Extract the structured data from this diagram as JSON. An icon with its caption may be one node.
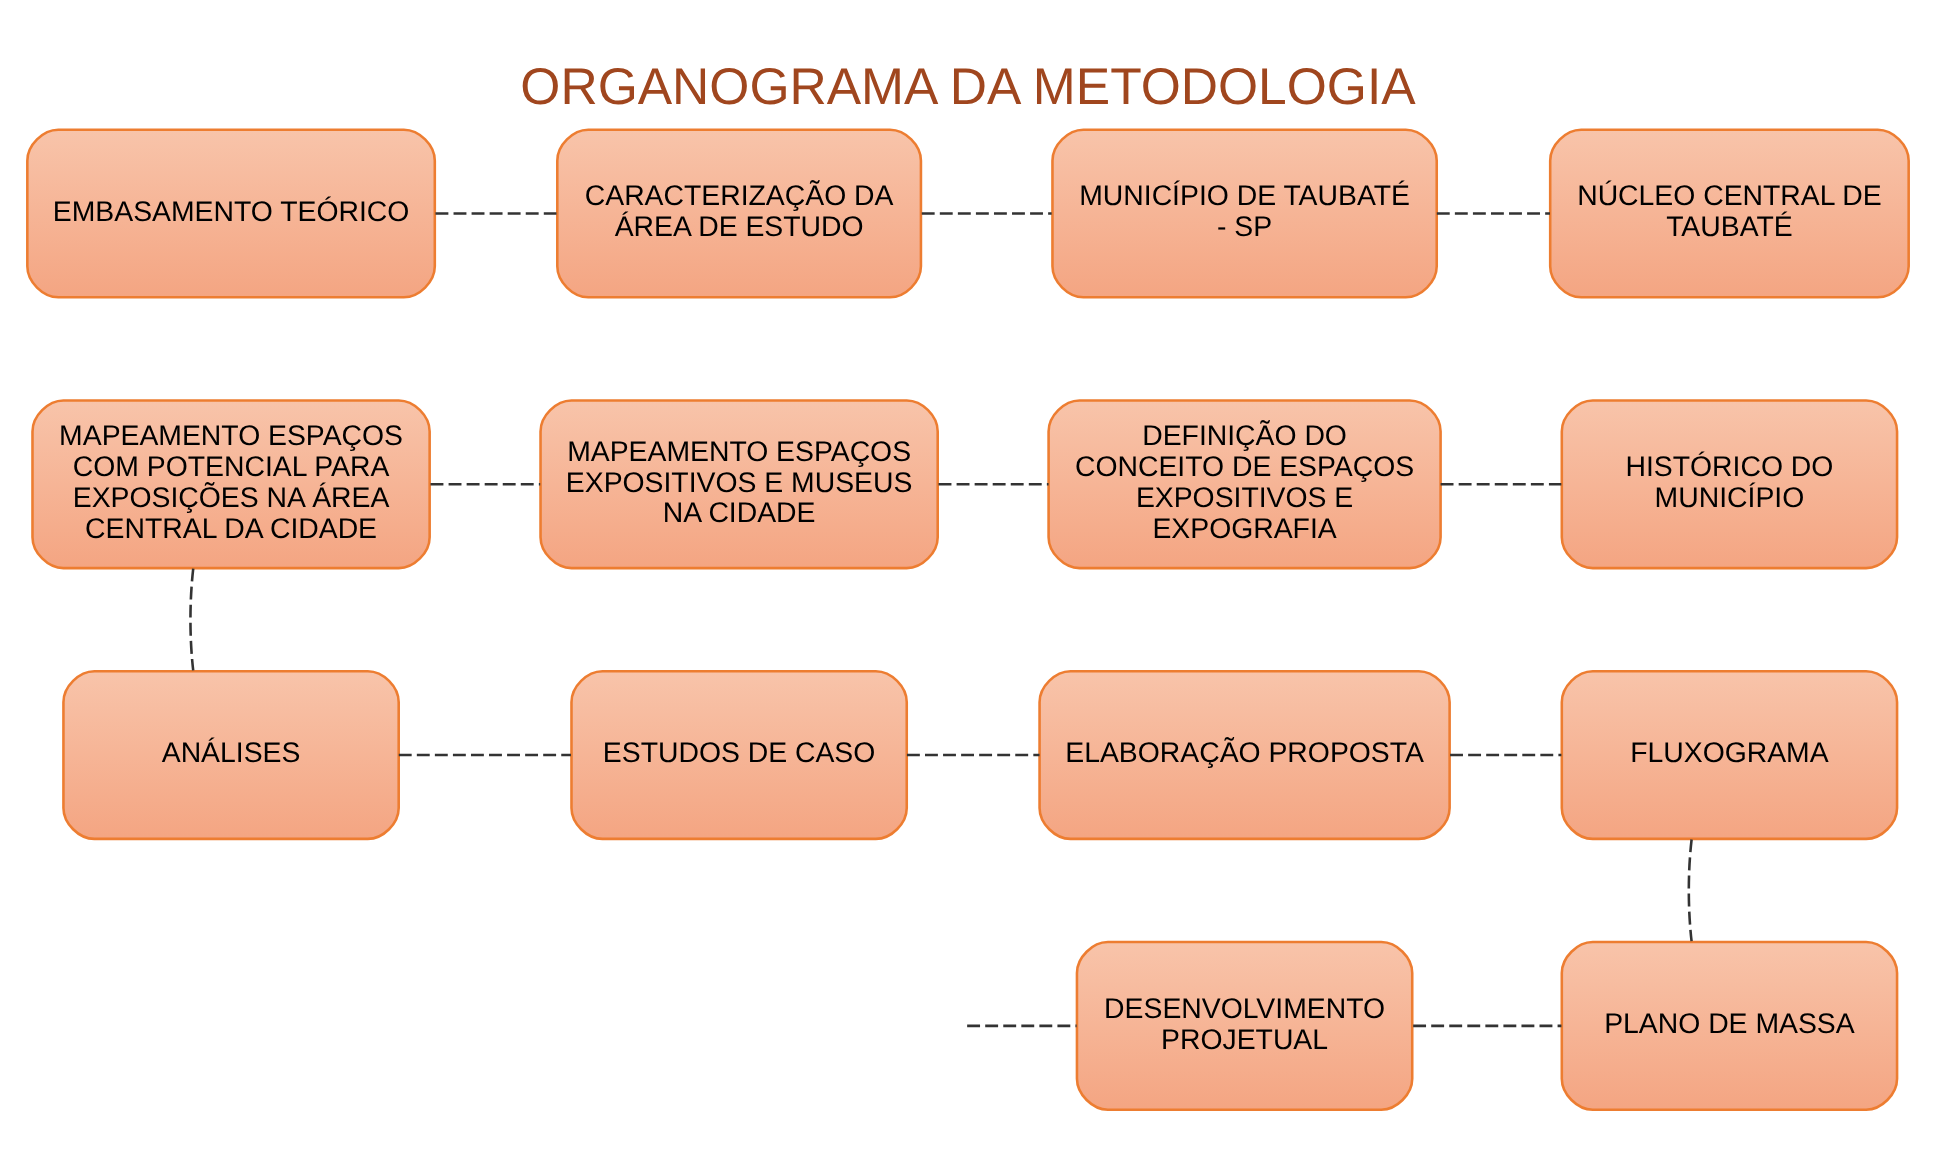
{
  "diagram": {
    "title": "ORGANOGRAMA DA METODOLOGIA",
    "nodes": [
      {
        "text": [
          "EMBASAMENTO TEÓRICO"
        ]
      },
      {
        "text": [
          "CARACTERIZAÇÃO DA ÁREA DE ESTUDO"
        ]
      },
      {
        "text": [
          "MUNICÍPIO DE TAUBATÉ - SP"
        ]
      },
      {
        "text": [
          "NÚCLEO CENTRAL DE TAUBATÉ"
        ]
      },
      {
        "text": [
          "MAPEAMENTO ESPAÇOS COM POTENCIAL PARA EXPOSIÇÕES NA ÁREA CENTRAL DA CIDADE"
        ]
      },
      {
        "text": [
          "MAPEAMENTO ESPAÇOS EXPOSITIVOS E MUSEUS NA CIDADE"
        ]
      },
      {
        "text": [
          "DEFINIÇÃO DO CONCEITO DE ESPAÇOS EXPOSITIVOS E EXPOGRAFIA"
        ]
      },
      {
        "text": [
          "HISTÓRICO DO MUNICÍPIO"
        ]
      },
      {
        "text": [
          "ANÁLISES"
        ]
      },
      {
        "text": [
          "ESTUDOS DE CASO"
        ]
      },
      {
        "text": [
          "ELABORAÇÃO PROPOSTA"
        ]
      },
      {
        "text": [
          "FLUXOGRAMA"
        ]
      },
      {
        "text": [
          "DESENVOLVIMENTO PROJETUAL"
        ]
      },
      {
        "text": [
          "PLANO DE MASSA"
        ]
      }
    ],
    "edges": [
      {
        "from": 0,
        "to": 1,
        "arrow": "none",
        "style": "dashed"
      },
      {
        "from": 1,
        "to": 2,
        "arrow": "none",
        "style": "dashed"
      },
      {
        "from": 2,
        "to": 3,
        "arrow": "none",
        "style": "dashed"
      },
      {
        "from": 4,
        "to": 5,
        "arrow": "none",
        "style": "dashed"
      },
      {
        "from": 5,
        "to": 6,
        "arrow": "none",
        "style": "dashed"
      },
      {
        "from": 6,
        "to": 7,
        "arrow": "none",
        "style": "dashed"
      },
      {
        "from": 4,
        "to": 8,
        "arrow": "none",
        "style": "dashed"
      },
      {
        "from": 8,
        "to": 9,
        "arrow": "none",
        "style": "dashed"
      },
      {
        "from": 9,
        "to": 10,
        "arrow": "none",
        "style": "dashed"
      },
      {
        "from": 10,
        "to": 11,
        "arrow": "none",
        "style": "dashed"
      },
      {
        "from": 11,
        "to": 13,
        "arrow": "none",
        "style": "dashed"
      },
      {
        "from": 12,
        "to": 13,
        "arrow": "none",
        "style": "dashed"
      },
      {
        "from": null,
        "to": 12,
        "arrow": "none",
        "style": "dashed"
      }
    ]
  }
}
